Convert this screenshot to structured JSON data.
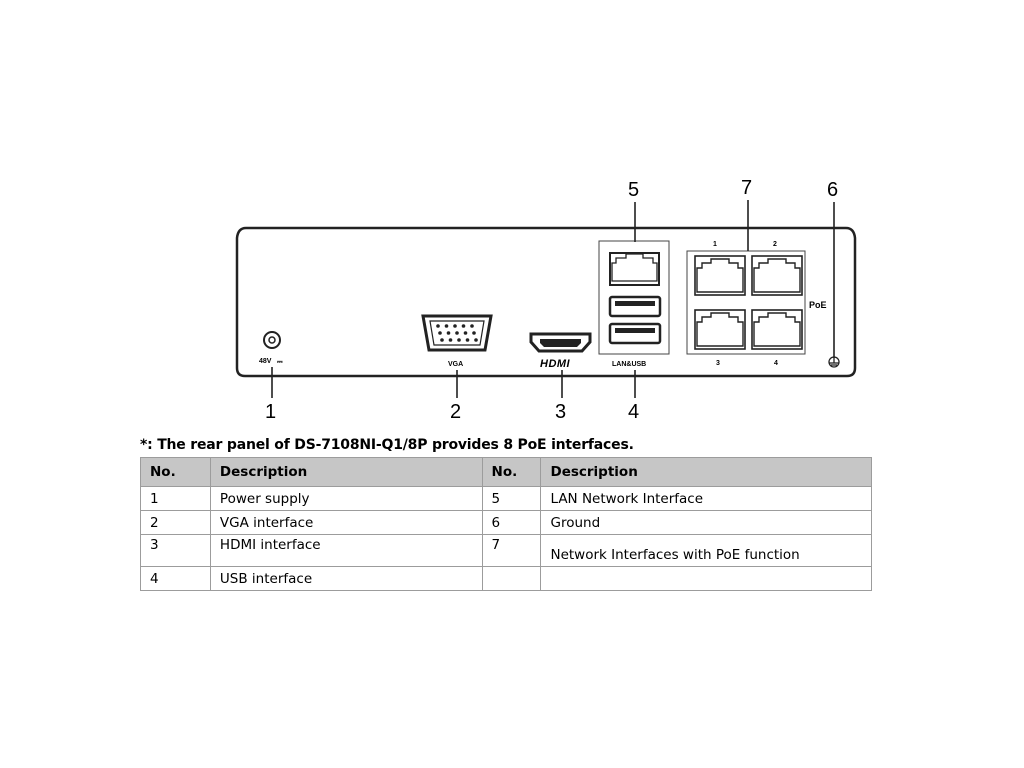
{
  "panel": {
    "callouts": [
      "1",
      "2",
      "3",
      "4",
      "5",
      "6",
      "7"
    ],
    "labels": {
      "power": "48V",
      "power_symbol": "⎓",
      "vga": "VGA",
      "hdmi": "HDMI",
      "lan_usb": "LAN&USB",
      "poe": "PoE",
      "ports": [
        "1",
        "2",
        "3",
        "4"
      ]
    }
  },
  "note": "*: The rear panel of DS-7108NI-Q1/8P provides 8 PoE interfaces.",
  "table": {
    "headers": [
      "No.",
      "Description",
      "No.",
      "Description"
    ],
    "rows": [
      [
        "1",
        "Power supply",
        "5",
        "LAN Network Interface"
      ],
      [
        "2",
        "VGA interface",
        "6",
        "Ground"
      ],
      [
        "3",
        "HDMI interface",
        "7",
        "Network Interfaces with PoE function"
      ],
      [
        "4",
        "USB interface",
        "",
        ""
      ]
    ]
  }
}
